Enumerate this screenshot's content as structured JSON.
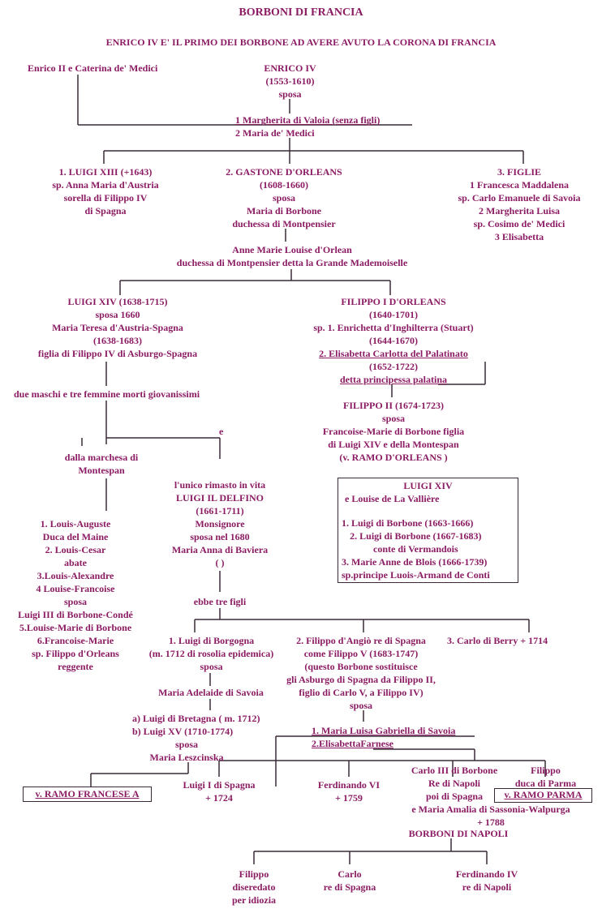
{
  "colors": {
    "text": "#8b1c63",
    "lines": "#3a2a38",
    "background": "#ffffff"
  },
  "header": {
    "title": "BORBONI DI FRANCIA",
    "subtitle": "ENRICO IV  E' IL PRIMO DEI BORBONE  AD AVERE AVUTO LA CORONA DI FRANCIA"
  },
  "gen0": {
    "parents": "Enrico II   e   Caterina de' Medici",
    "enrico": [
      "ENRICO IV",
      "(1553-1610)",
      "sposa"
    ],
    "wife1": "1   Margherita di Valoia (senza figli)",
    "wife2": "2   Maria de' Medici"
  },
  "gen1": {
    "luigi13": [
      "1. LUIGI XIII  (+1643)",
      "sp. Anna Maria d'Austria",
      "sorella di Filippo IV",
      "di Spagna"
    ],
    "gastone": [
      "2. GASTONE D'ORLEANS",
      "(1608-1660)",
      "sposa",
      "Maria di  Borbone",
      "duchessa di Montpensier"
    ],
    "anne": [
      "Anne Marie Louise d'Orlean",
      "duchessa di Montpensier detta la Grande Mademoiselle"
    ],
    "figlie": [
      "3.  FIGLIE",
      "1  Francesca  Maddalena",
      "sp. Carlo Emanuele  di Savoia",
      "2  Margherita Luisa",
      "sp. Cosimo de' Medici",
      "3    Elisabetta"
    ]
  },
  "gen2": {
    "luigi14": [
      "LUIGI XIV  (1638-1715)",
      "sposa  1660",
      "Maria Teresa d'Austria-Spagna",
      "(1638-1683)",
      "figlia  di Filippo IV di Asburgo-Spagna"
    ],
    "morti": "due maschi e tre femmine morti giovanissimi",
    "e_label": "e",
    "montespan": [
      "dalla  marchesa  di",
      "Montespan"
    ],
    "montespan_children": [
      "1. Louis-Auguste",
      "Duca del Maine",
      "2. Louis-Cesar",
      "abate",
      "3.Louis-Alexandre",
      "4 Louise-Francoise",
      "sposa",
      "Luigi III di Borbone-Condé",
      "5.Louise-Marie  di Borbone",
      "6.Francoise-Marie",
      "sp. Filippo d'Orleans",
      "reggente"
    ],
    "delfino": [
      "l'unico rimasto in vita",
      "LUIGI IL DELFINO",
      "(1661-1711)",
      "Monsignore",
      "sposa nel 1680",
      "Maria Anna di Baviera",
      "(                 )"
    ],
    "filippo1": [
      "FILIPPO  I  D'ORLEANS",
      "(1640-1701)",
      "sp. 1. Enrichetta d'Inghilterra (Stuart)",
      "(1644-1670)"
    ],
    "filippo1_wife2": "2. Elisabetta Carlotta  del Palatinato",
    "filippo1_tail": [
      "(1652-1722)"
    ],
    "principessa": "detta  principessa  palatina",
    "filippo2": [
      "FILIPPO II  (1674-1723)",
      "sposa",
      "Francoise-Marie di Borbone figlia",
      "di Luigi XIV e della Montespan",
      "(v.  RAMO D'ORLEANS )"
    ],
    "valliere": {
      "title": "LUIGI XIV",
      "line": "e     Louise  de La Vallière",
      "children": [
        "1. Luigi di Borbone (1663-1666)",
        "2. Luigi di Borbone (1667-1683)",
        "conte di Vermandois",
        "3. Marie Anne de Blois (1666-1739)",
        "sp.principe Luois-Armand de Conti"
      ]
    }
  },
  "gen3": {
    "tre_figli": "ebbe tre figli",
    "borgogna": [
      "1.  Luigi di Borgogna",
      "(m. 1712 di rosolia epidemica)",
      "sposa"
    ],
    "adelaide": "Maria Adelaide di Savoia",
    "bretagna": [
      "a)    Luigi di Bretagna ( m. 1712)",
      "b)    Luigi XV  (1710-1774)"
    ],
    "luigi15_wife": [
      "sposa",
      "Maria Leszcinska"
    ],
    "ramo_francese": "v.   RAMO FRANCESE A",
    "filippo_anjou": [
      "2. Filippo d'Angiò re di Spagna",
      "come Filippo V  (1683-1747)",
      "(questo Borbone sostituisce",
      "gli Asburgo di Spagna da Filippo II,",
      "figlio di Carlo V, a Filippo IV)",
      "sposa"
    ],
    "carlo_berry": "3.  Carlo di Berry  + 1714"
  },
  "gen4": {
    "wife1": "1. Maria Luisa Gabriella di Savoia",
    "wife2": "2.ElisabettaFarnese",
    "luigi1": [
      "Luigi I  di Spagna",
      "+ 1724"
    ],
    "ferdinando6": [
      "Ferdinando VI",
      "+ 1759"
    ],
    "carlo3": [
      "Carlo III di Borbone",
      "Re di Napoli",
      "poi di Spagna"
    ],
    "filippo_parma": [
      "Filippo",
      "duca di Parma"
    ],
    "ramo_parma": "v.  RAMO PARMA",
    "amalia": [
      "e Maria Amalia di Sassonia-Walpurga",
      "+ 1788"
    ],
    "napoli": "BORBONI DI NAPOLI"
  },
  "gen5": {
    "filippo": [
      "Filippo",
      "diseredato",
      "per idiozia"
    ],
    "carlo": [
      "Carlo",
      "re di Spagna"
    ],
    "ferdinando4": [
      "Ferdinando IV",
      "re di Napoli"
    ]
  }
}
